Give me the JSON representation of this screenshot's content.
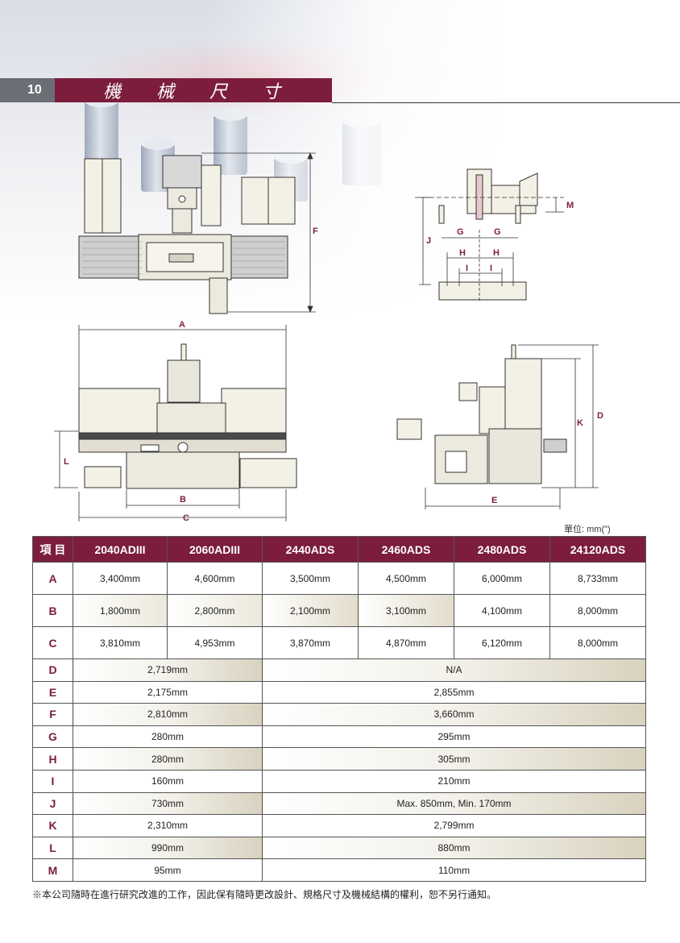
{
  "header": {
    "page_number": "10",
    "title": "機械尺寸"
  },
  "drawing_labels": {
    "top_left": [
      "F"
    ],
    "top_right": [
      "M",
      "G",
      "G",
      "J",
      "H",
      "H",
      "I",
      "I"
    ],
    "front": [
      "A",
      "L",
      "B",
      "C"
    ],
    "side": [
      "K",
      "D",
      "E"
    ]
  },
  "unit_label": "單位: mm(\")",
  "table": {
    "header_label": "項 目",
    "models": [
      "2040ADIII",
      "2060ADIII",
      "2440ADS",
      "2460ADS",
      "2480ADS",
      "24120ADS"
    ],
    "per_model_rows": [
      {
        "label": "A",
        "values": [
          "3,400mm",
          "4,600mm",
          "3,500mm",
          "4,500mm",
          "6,000mm",
          "8,733mm"
        ]
      },
      {
        "label": "B",
        "values": [
          "1,800mm",
          "2,800mm",
          "2,100mm",
          "3,100mm",
          "4,100mm",
          "8,000mm"
        ]
      },
      {
        "label": "C",
        "values": [
          "3,810mm",
          "4,953mm",
          "3,870mm",
          "4,870mm",
          "6,120mm",
          "8,000mm"
        ]
      }
    ],
    "group_rows": [
      {
        "label": "D",
        "group1": "2,719mm",
        "group2": "N/A"
      },
      {
        "label": "E",
        "group1": "2,175mm",
        "group2": "2,855mm"
      },
      {
        "label": "F",
        "group1": "2,810mm",
        "group2": "3,660mm"
      },
      {
        "label": "G",
        "group1": "280mm",
        "group2": "295mm"
      },
      {
        "label": "H",
        "group1": "280mm",
        "group2": "305mm"
      },
      {
        "label": "I",
        "group1": "160mm",
        "group2": "210mm"
      },
      {
        "label": "J",
        "group1": "730mm",
        "group2": "Max. 850mm,  Min. 170mm"
      },
      {
        "label": "K",
        "group1": "2,310mm",
        "group2": "2,799mm"
      },
      {
        "label": "L",
        "group1": "990mm",
        "group2": "880mm"
      },
      {
        "label": "M",
        "group1": "95mm",
        "group2": "110mm"
      }
    ]
  },
  "footnote": "※本公司隨時在進行研究改進的工作，因此保有隨時更改設計、規格尺寸及機械結構的權利，恕不另行通知。",
  "colors": {
    "brand": "#7c1d3c",
    "page_number_bg": "#6b6e74"
  }
}
